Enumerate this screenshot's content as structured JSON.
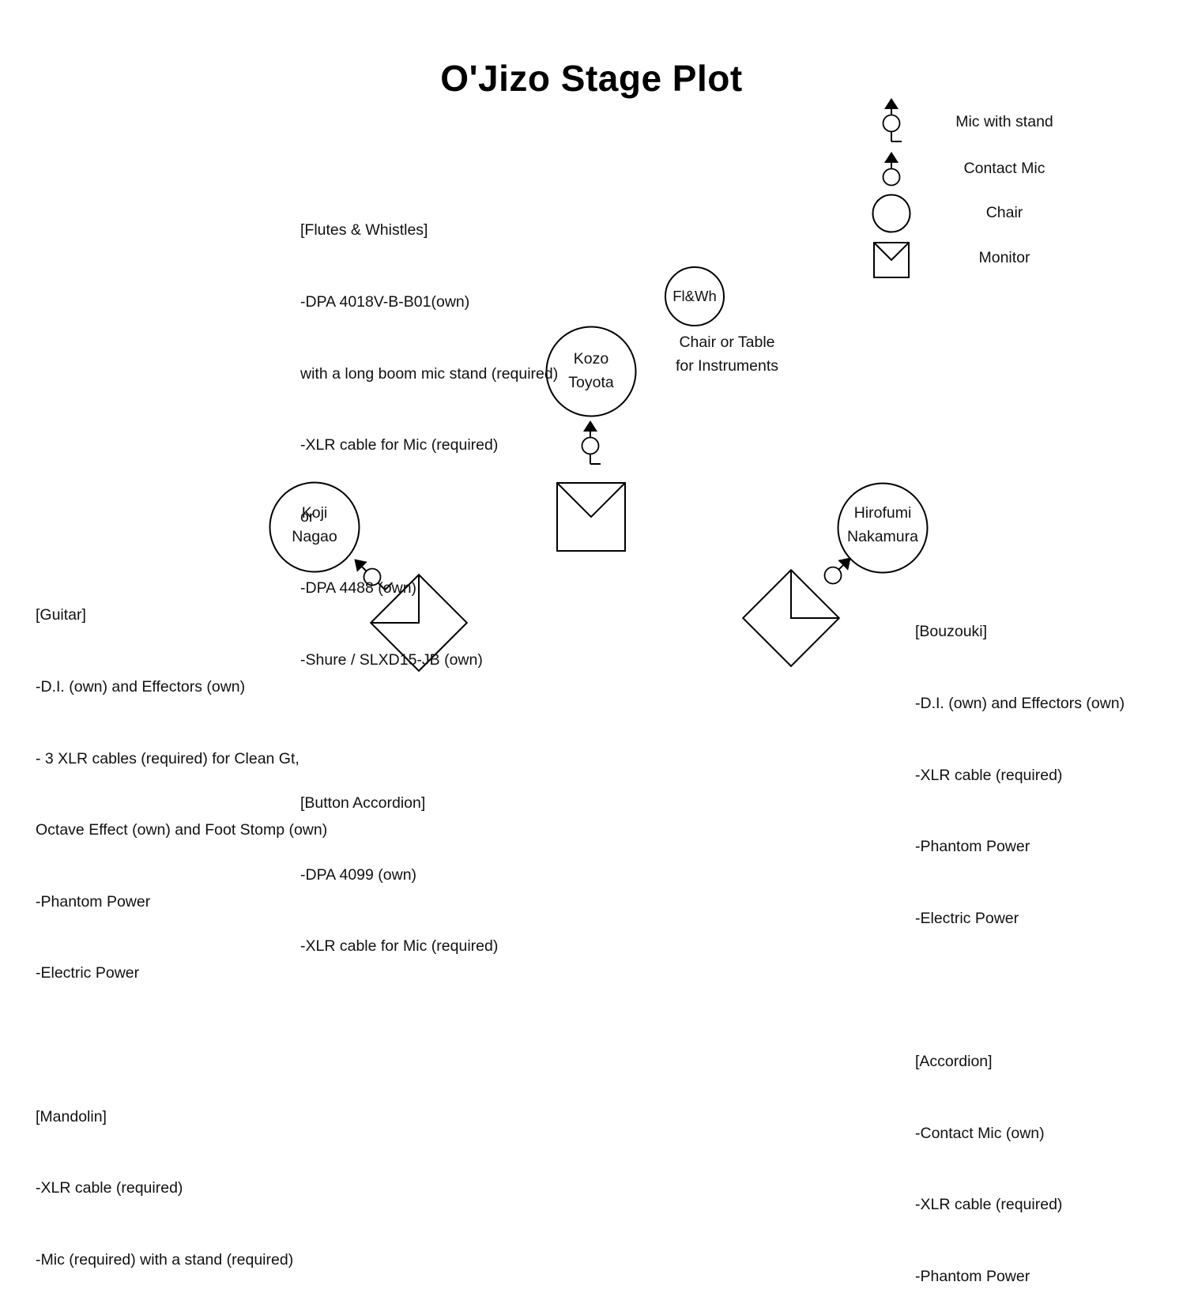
{
  "title": "O'Jizo Stage Plot",
  "legend": [
    {
      "icon": "mic-with-stand-icon",
      "label": "Mic with stand"
    },
    {
      "icon": "contact-mic-icon",
      "label": "Contact Mic"
    },
    {
      "icon": "chair-icon",
      "label": "Chair"
    },
    {
      "icon": "monitor-icon",
      "label": "Monitor"
    }
  ],
  "performers": {
    "center": {
      "first": "Kozo",
      "last": "Toyota"
    },
    "left": {
      "first": "Koji",
      "last": "Nagao"
    },
    "right": {
      "first": "Hirofumi",
      "last": "Nakamura"
    }
  },
  "instrument_table": {
    "label": "Fl&Wh",
    "caption_line1": "Chair or Table",
    "caption_line2": "for Instruments"
  },
  "notes": {
    "center": [
      "[Flutes & Whistles]",
      "-DPA 4018V-B-B01(own)",
      "with a long boom mic stand (required)",
      "-XLR cable for Mic (required)",
      "or",
      "-DPA 4488 (own)",
      "-Shure / SLXD15-JB (own)",
      "",
      "[Button Accordion]",
      "-DPA 4099 (own)",
      "-XLR cable for Mic (required)"
    ],
    "left": [
      "[Guitar]",
      "-D.I. (own) and Effectors (own)",
      "- 3 XLR cables (required) for Clean Gt,",
      "Octave Effect (own) and Foot Stomp (own)",
      "-Phantom Power",
      "-Electric Power",
      "",
      "[Mandolin]",
      "-XLR cable (required)",
      "-Mic (required) with a stand (required)"
    ],
    "right": [
      "[Bouzouki]",
      "-D.I. (own) and Effectors (own)",
      "-XLR cable (required)",
      "-Phantom Power",
      "-Electric Power",
      "",
      "[Accordion]",
      "-Contact Mic (own)",
      "-XLR cable (required)",
      "-Phantom Power"
    ]
  }
}
